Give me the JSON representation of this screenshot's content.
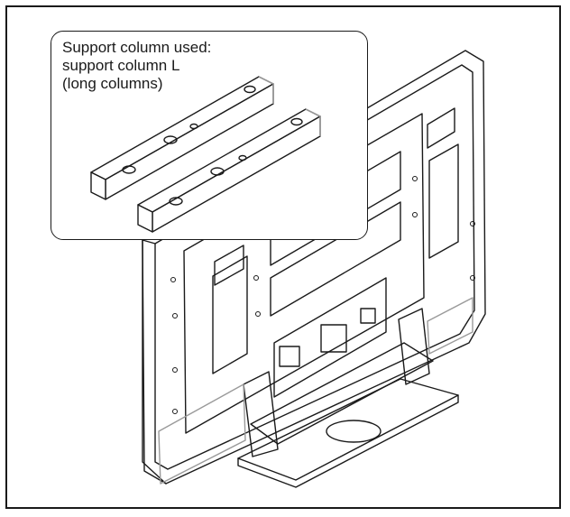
{
  "callout": {
    "lines": [
      "Support column used:",
      "support column L",
      "(long columns)"
    ]
  },
  "colors": {
    "line": "#1a1a1a",
    "background": "#ffffff",
    "shade": "#9a9a9a"
  },
  "icons": {
    "tv": "flat-panel-tv-rear-view",
    "columns": "support-column-pair"
  }
}
